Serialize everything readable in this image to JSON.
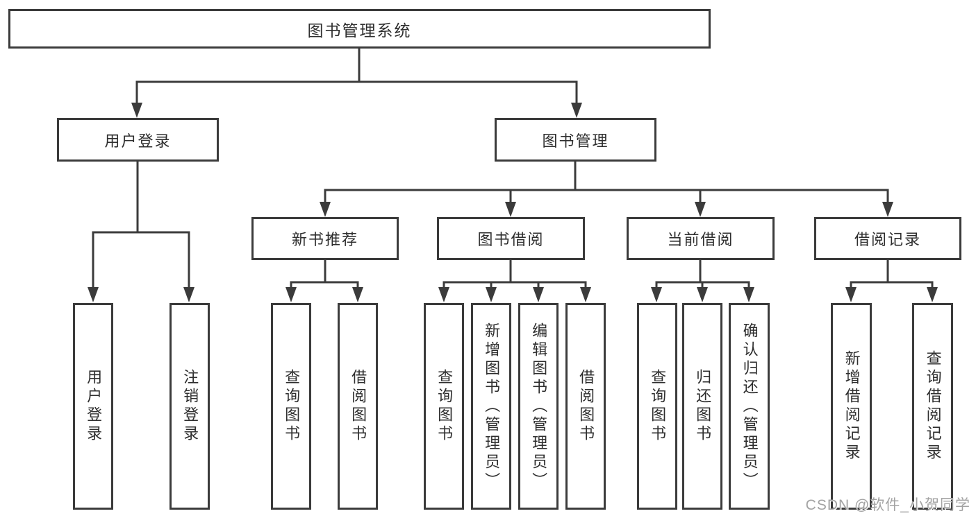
{
  "title": {
    "label": "图书管理系统"
  },
  "branches": [
    {
      "label": "用户登录",
      "children": [
        "用户登录",
        "注销登录"
      ]
    },
    {
      "label": "图书管理",
      "sections": [
        {
          "label": "新书推荐",
          "children": [
            "查询图书",
            "借阅图书"
          ]
        },
        {
          "label": "图书借阅",
          "children": [
            "查询图书",
            "新增图书（管理员）",
            "编辑图书（管理员）",
            "借阅图书"
          ]
        },
        {
          "label": "当前借阅",
          "children": [
            "查询图书",
            "归还图书",
            "确认归还（管理员）"
          ]
        },
        {
          "label": "借阅记录",
          "children": [
            "新增借阅记录",
            "查询借阅记录"
          ]
        }
      ]
    }
  ],
  "watermark": {
    "text": "CSDN @软件_小贺同学"
  },
  "colors": {
    "line": "#3b3b3b",
    "box_border": "#3b3b3b",
    "box_background": "#ffffff",
    "text": "#2e2e2e",
    "watermark": "#a3a3a3",
    "page_background": "#ffffff"
  }
}
